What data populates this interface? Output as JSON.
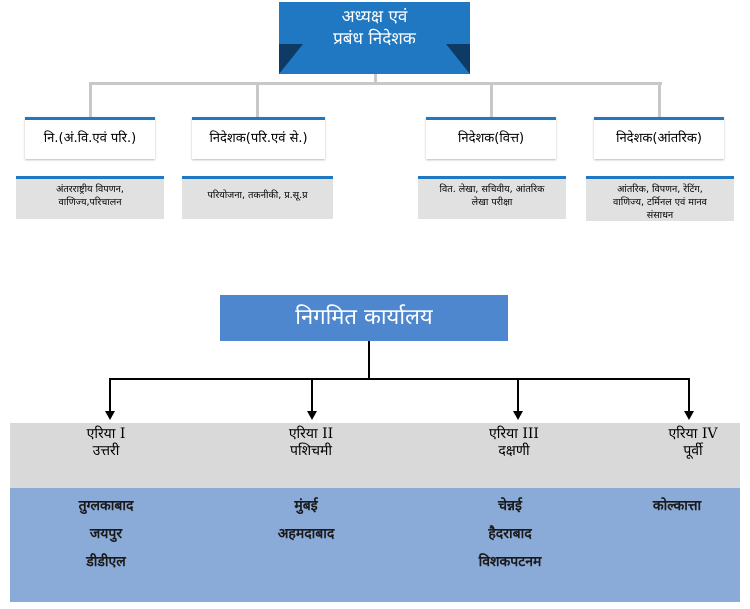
{
  "top": {
    "line1": "अध्यक्ष एवं",
    "line2": "प्रबंध निदेशक"
  },
  "directors": [
    {
      "title": "नि.(अं.वि.एवं परि.)",
      "sub": [
        "अंतरराष्ट्रीय विपणन,",
        "वाणिज्य,परिचालन"
      ]
    },
    {
      "title": "निदेशक(परि.एवं से.)",
      "sub": [
        "परियोजना, तकनीकी, प्र.सू.प्र"
      ]
    },
    {
      "title": "निदेशक(वित्त)",
      "sub": [
        "वित. लेखा, सचिवीय, आंतरिक",
        "लेखा परीक्षा"
      ]
    },
    {
      "title": "निदेशक(आंतरिक)",
      "sub": [
        "आंतरिक, विपणन, रेटिंग,",
        "वाणिज्य, टर्मिनल एवं मानव",
        "संसाधन"
      ]
    }
  ],
  "corporate": {
    "title": "निगमित कार्यालय"
  },
  "areas": [
    {
      "name": "एरिया I",
      "region": "उत्तरी",
      "cities": [
        "तुग्लकाबाद",
        "जयपुर",
        "डीडीएल"
      ]
    },
    {
      "name": "एरिया II",
      "region": "पशिचमी",
      "cities": [
        "मुंबई",
        "अहमदाबाद"
      ]
    },
    {
      "name": "एरिया III",
      "region": "दक्षणी",
      "cities": [
        "चेन्नई",
        "हैदराबाद",
        "विशकपटनम"
      ]
    },
    {
      "name": "एरिया IV",
      "region": "पूर्वी",
      "cities": [
        "कोल्कात्ता"
      ]
    }
  ]
}
